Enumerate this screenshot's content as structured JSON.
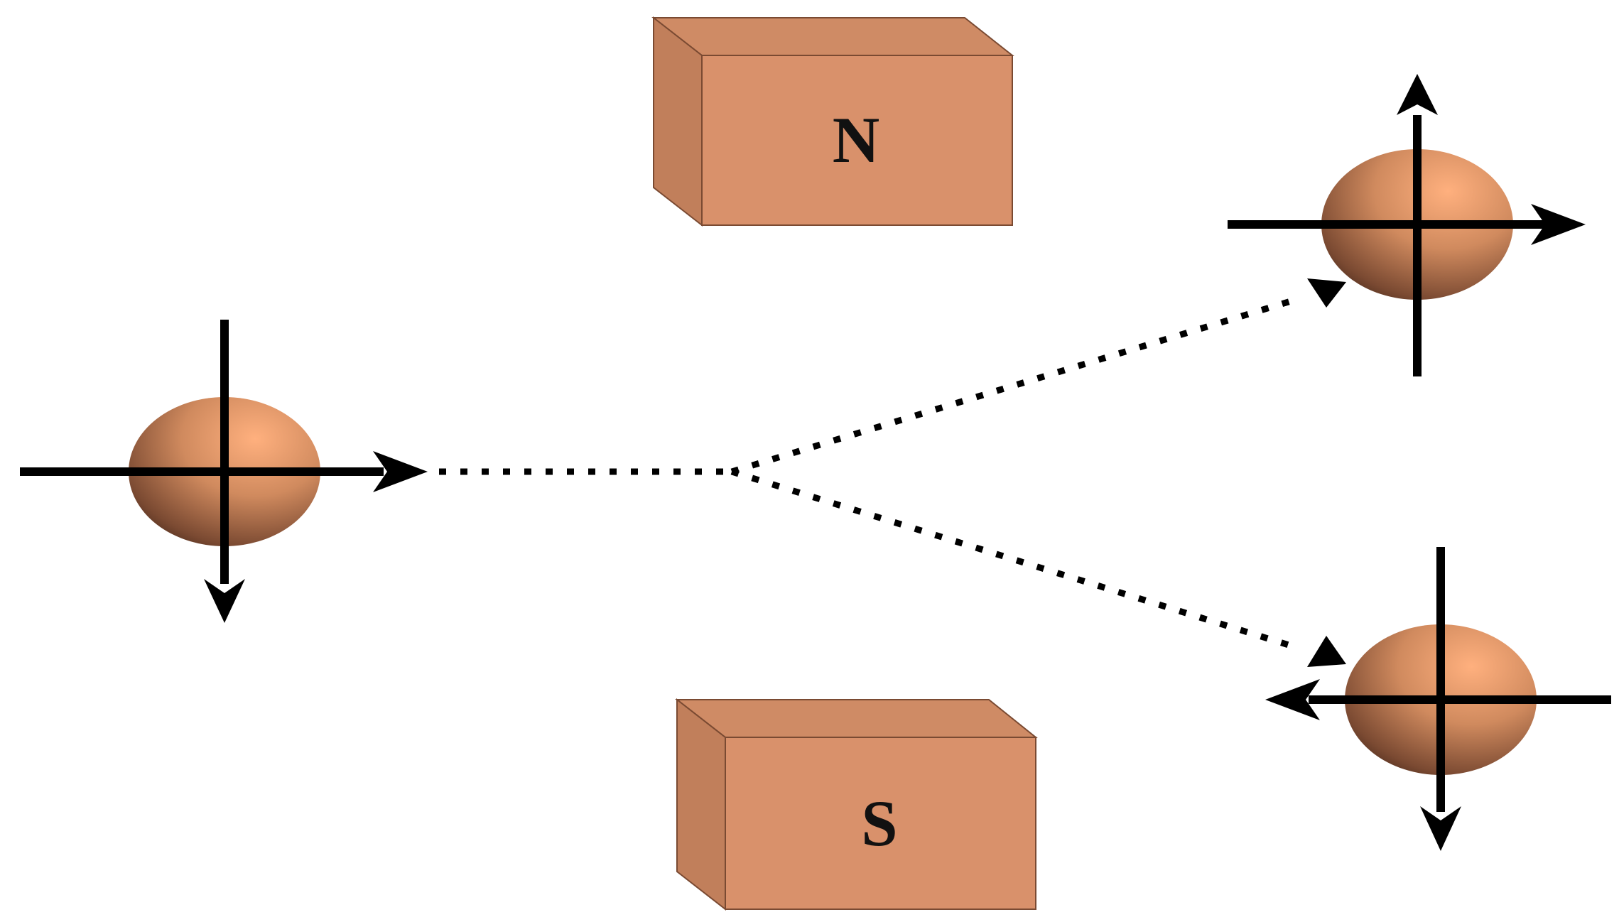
{
  "magnets": {
    "north": {
      "label": "N"
    },
    "south": {
      "label": "S"
    }
  },
  "colors": {
    "magnet_front": "#d9916b",
    "magnet_top": "#cf8b65",
    "magnet_side": "#c17f5b",
    "magnet_edge": "#7a4a32",
    "particle_light": "#ffb07e",
    "particle_mid": "#d08a5e",
    "particle_dark": "#5a3524",
    "arrow": "#000000"
  },
  "particles": [
    {
      "id": "incoming-atom",
      "spin_arrows": [
        "right",
        "down"
      ]
    },
    {
      "id": "deflected-up-atom",
      "spin_arrows": [
        "right",
        "up"
      ]
    },
    {
      "id": "deflected-down-atom",
      "spin_arrows": [
        "left",
        "down"
      ]
    }
  ]
}
